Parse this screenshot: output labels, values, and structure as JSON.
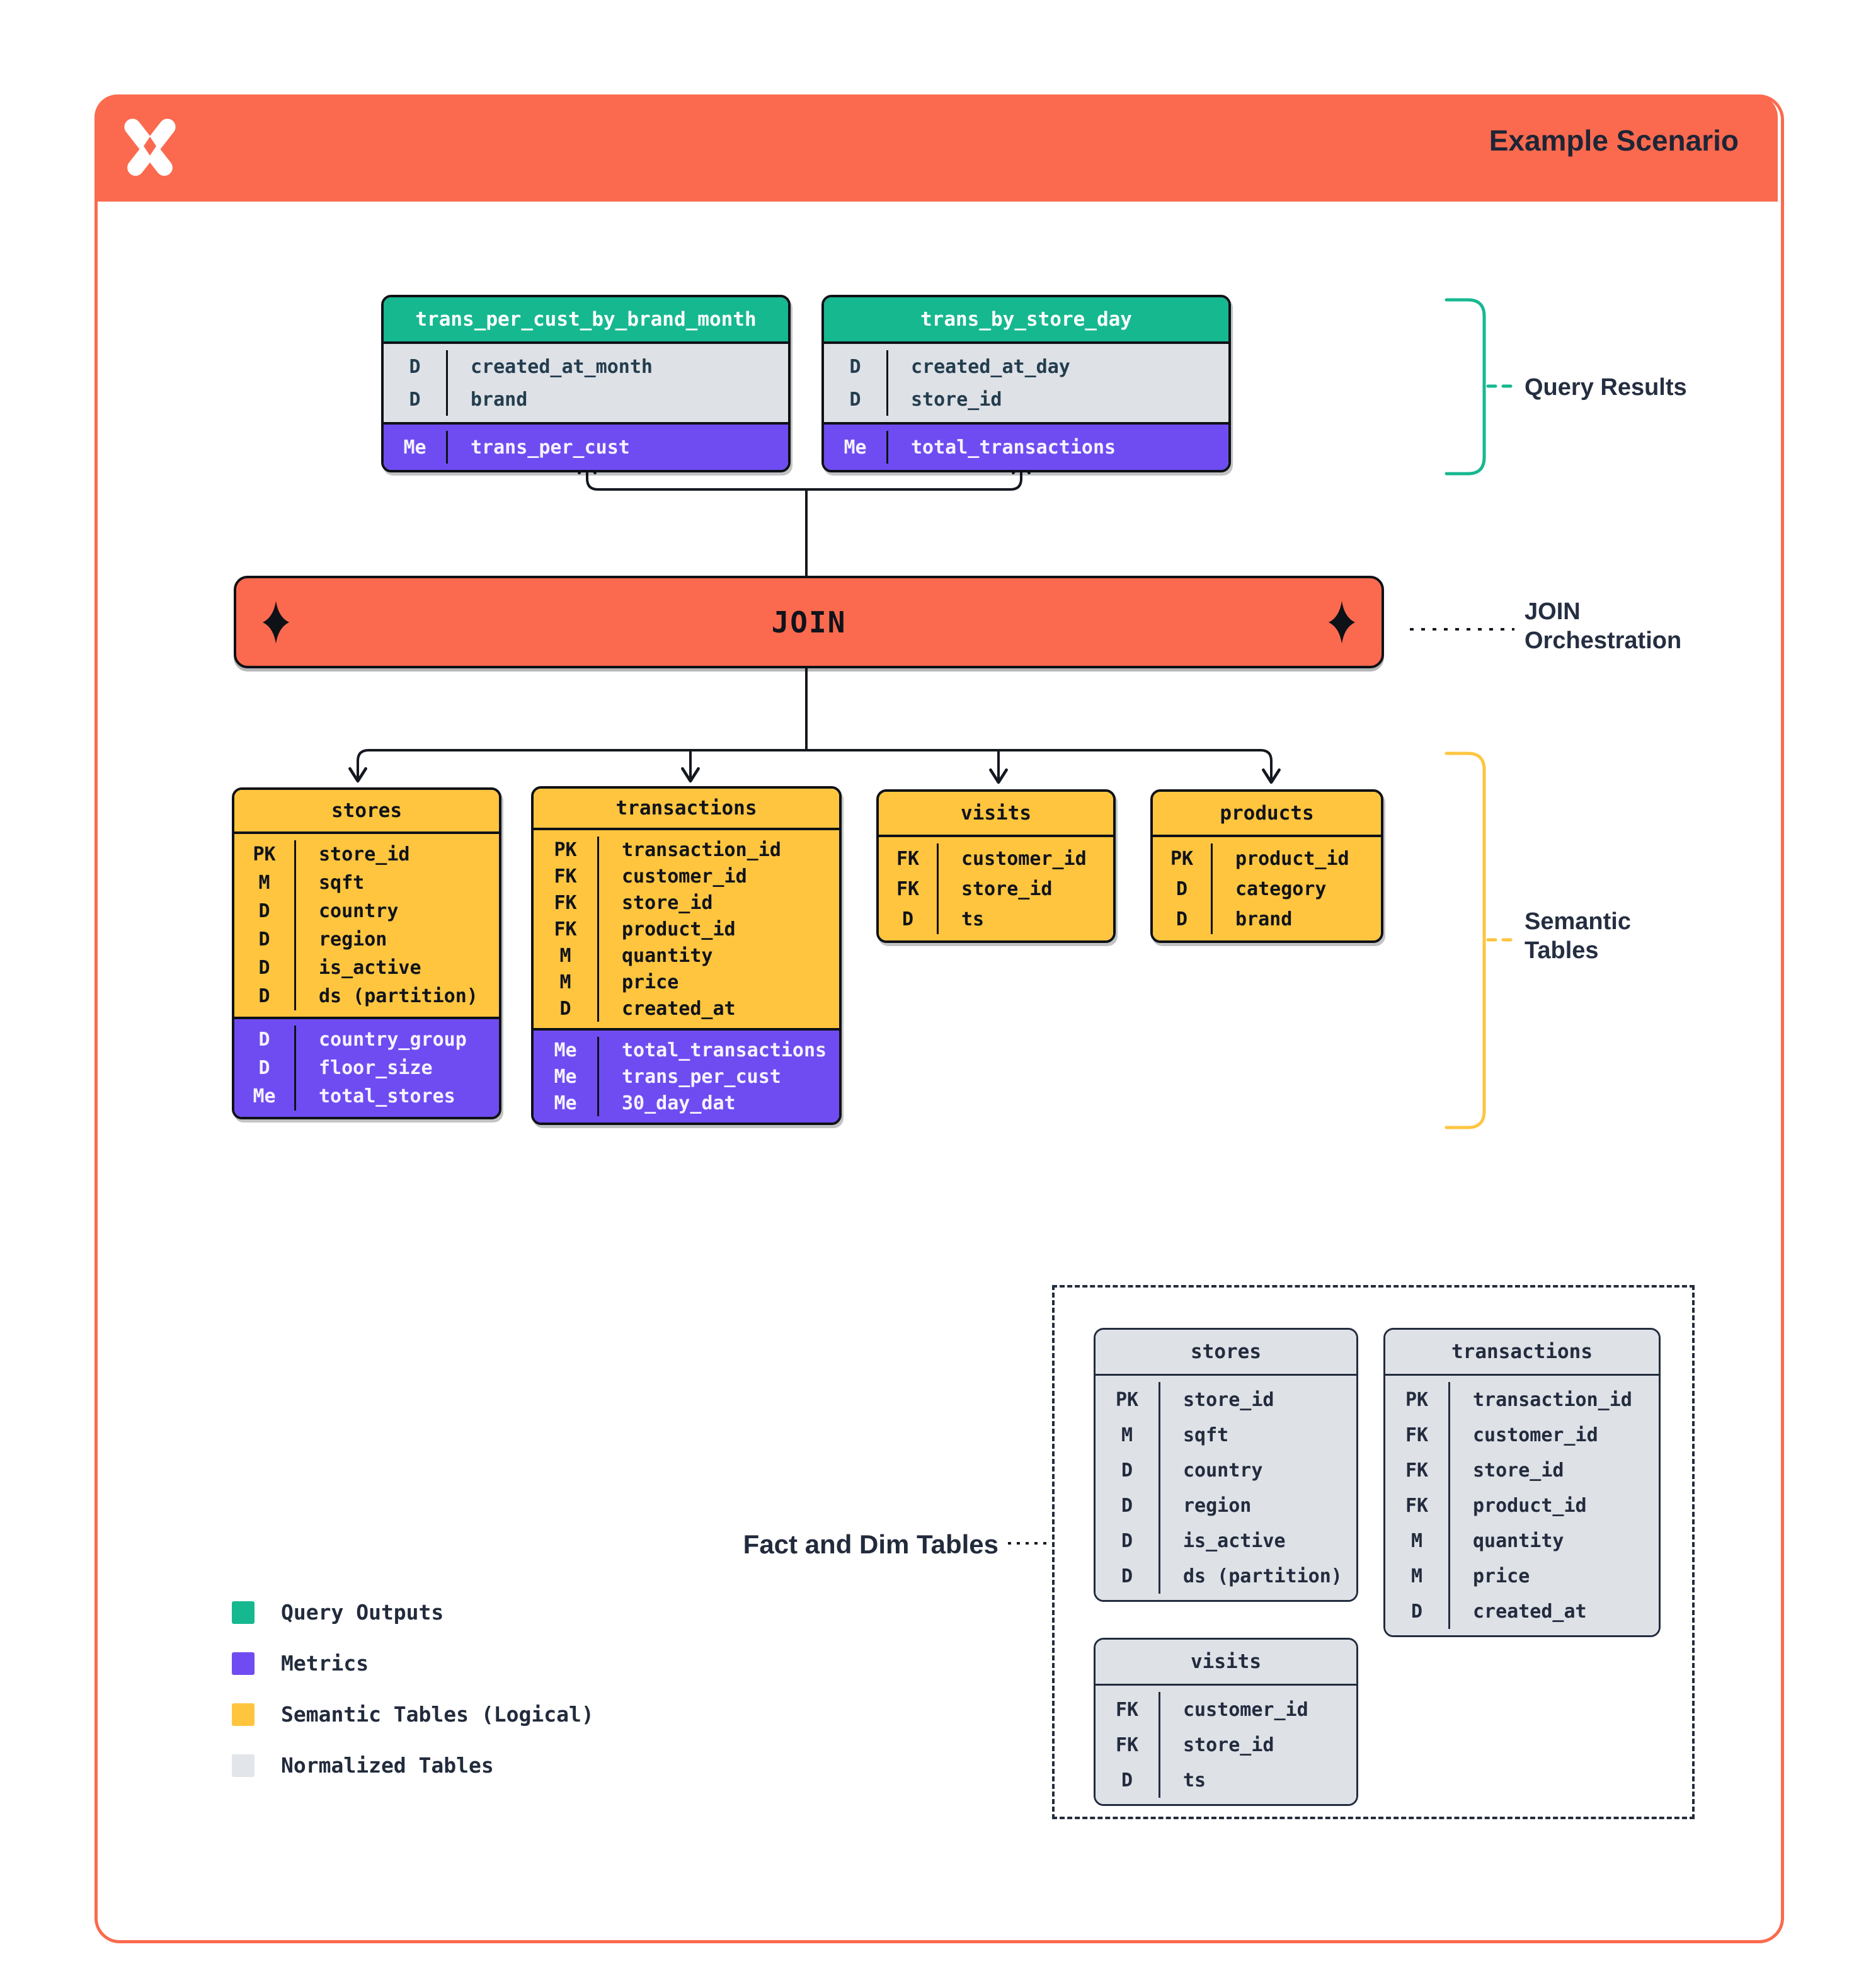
{
  "header": {
    "title": "Example Scenario"
  },
  "colors": {
    "orange": "#FB6A4E",
    "green": "#16B890",
    "purple": "#6F4CF1",
    "yellow": "#FFC53F",
    "gray_row": "#DEE1E6",
    "navy": "#222B3C"
  },
  "join": {
    "label": "JOIN"
  },
  "side_labels": {
    "query_results": "Query Results",
    "join_orch_line1": "JOIN",
    "join_orch_line2": "Orchestration",
    "semantic_line1": "Semantic",
    "semantic_line2": "Tables",
    "fact_dim": "Fact and Dim Tables"
  },
  "query_tables": [
    {
      "name": "trans_per_cust_by_brand_month",
      "dims": [
        {
          "badge": "D",
          "field": "created_at_month"
        },
        {
          "badge": "D",
          "field": "brand"
        }
      ],
      "metrics": [
        {
          "badge": "Me",
          "field": "trans_per_cust"
        }
      ]
    },
    {
      "name": "trans_by_store_day",
      "dims": [
        {
          "badge": "D",
          "field": "created_at_day"
        },
        {
          "badge": "D",
          "field": "store_id"
        }
      ],
      "metrics": [
        {
          "badge": "Me",
          "field": "total_transactions"
        }
      ]
    }
  ],
  "semantic_tables": [
    {
      "name": "stores",
      "dims": [
        {
          "badge": "PK",
          "field": "store_id"
        },
        {
          "badge": "M",
          "field": "sqft"
        },
        {
          "badge": "D",
          "field": "country"
        },
        {
          "badge": "D",
          "field": "region"
        },
        {
          "badge": "D",
          "field": "is_active"
        },
        {
          "badge": "D",
          "field": "ds (partition)"
        }
      ],
      "metrics": [
        {
          "badge": "D",
          "field": "country_group"
        },
        {
          "badge": "D",
          "field": "floor_size"
        },
        {
          "badge": "Me",
          "field": "total_stores"
        }
      ]
    },
    {
      "name": "transactions",
      "dims": [
        {
          "badge": "PK",
          "field": "transaction_id"
        },
        {
          "badge": "FK",
          "field": "customer_id"
        },
        {
          "badge": "FK",
          "field": "store_id"
        },
        {
          "badge": "FK",
          "field": "product_id"
        },
        {
          "badge": "M",
          "field": "quantity"
        },
        {
          "badge": "M",
          "field": "price"
        },
        {
          "badge": "D",
          "field": "created_at"
        }
      ],
      "metrics": [
        {
          "badge": "Me",
          "field": "total_transactions"
        },
        {
          "badge": "Me",
          "field": "trans_per_cust"
        },
        {
          "badge": "Me",
          "field": "30_day_dat"
        }
      ]
    },
    {
      "name": "visits",
      "dims": [
        {
          "badge": "FK",
          "field": "customer_id"
        },
        {
          "badge": "FK",
          "field": "store_id"
        },
        {
          "badge": "D",
          "field": "ts"
        }
      ],
      "metrics": []
    },
    {
      "name": "products",
      "dims": [
        {
          "badge": "PK",
          "field": "product_id"
        },
        {
          "badge": "D",
          "field": "category"
        },
        {
          "badge": "D",
          "field": "brand"
        }
      ],
      "metrics": []
    }
  ],
  "normalized_tables": [
    {
      "name": "stores",
      "dims": [
        {
          "badge": "PK",
          "field": "store_id"
        },
        {
          "badge": "M",
          "field": "sqft"
        },
        {
          "badge": "D",
          "field": "country"
        },
        {
          "badge": "D",
          "field": "region"
        },
        {
          "badge": "D",
          "field": "is_active"
        },
        {
          "badge": "D",
          "field": "ds (partition)"
        }
      ],
      "metrics": []
    },
    {
      "name": "transactions",
      "dims": [
        {
          "badge": "PK",
          "field": "transaction_id"
        },
        {
          "badge": "FK",
          "field": "customer_id"
        },
        {
          "badge": "FK",
          "field": "store_id"
        },
        {
          "badge": "FK",
          "field": "product_id"
        },
        {
          "badge": "M",
          "field": "quantity"
        },
        {
          "badge": "M",
          "field": "price"
        },
        {
          "badge": "D",
          "field": "created_at"
        }
      ],
      "metrics": []
    },
    {
      "name": "visits",
      "dims": [
        {
          "badge": "FK",
          "field": "customer_id"
        },
        {
          "badge": "FK",
          "field": "store_id"
        },
        {
          "badge": "D",
          "field": "ts"
        }
      ],
      "metrics": []
    }
  ],
  "legend": [
    {
      "swatch": "#16B890",
      "label": "Query Outputs"
    },
    {
      "swatch": "#6F4CF1",
      "label": "Metrics"
    },
    {
      "swatch": "#FFC53F",
      "label": "Semantic Tables (Logical)"
    },
    {
      "swatch": "#E2E5E9",
      "label": "Normalized Tables"
    }
  ]
}
